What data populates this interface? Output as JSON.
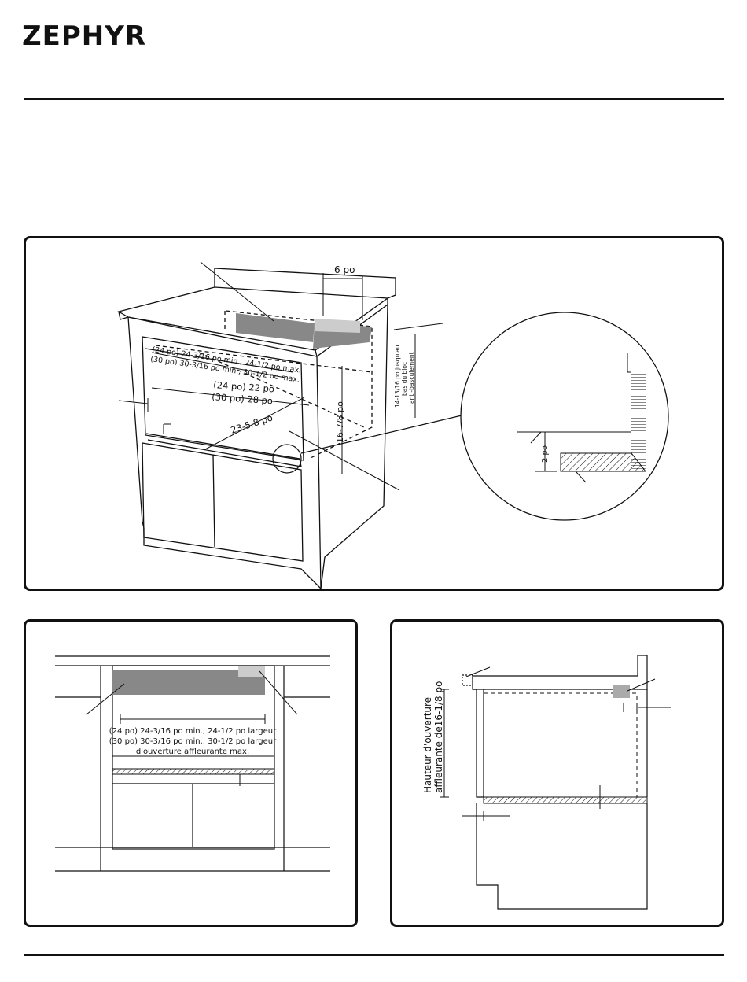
{
  "brand": {
    "logo_text": "ZEPHYR"
  },
  "panel_top": {
    "dim_6": "6 po",
    "dim_24_width": "(24 po) 24-3/16 po min., 24-1/2 po max.",
    "dim_30_width": "(30 po) 30-3/16 po min., 30-1/2 po max.",
    "dim_24_depth": "(24 po) 22 po",
    "dim_30_depth": "(30 po) 28 po",
    "dim_depth": "23-5/8 po",
    "dim_height": "16-7/8 po",
    "dim_antitip_1": "14-13/16 po jusqu'au",
    "dim_antitip_2": "bas du bloc",
    "dim_antitip_3": "anti-basculement",
    "detail_dim": "2 po"
  },
  "panel_bottom_left": {
    "width_24": "(24 po) 24-3/16 po min., 24-1/2 po largeur",
    "width_30": "(30 po) 30-3/16 po min., 30-1/2 po largeur",
    "width_note": "d'ouverture affleurante max."
  },
  "panel_bottom_right": {
    "height_label_1": "Hauteur d'ouverture",
    "height_label_2": "affleurante de16-1/8 po"
  }
}
